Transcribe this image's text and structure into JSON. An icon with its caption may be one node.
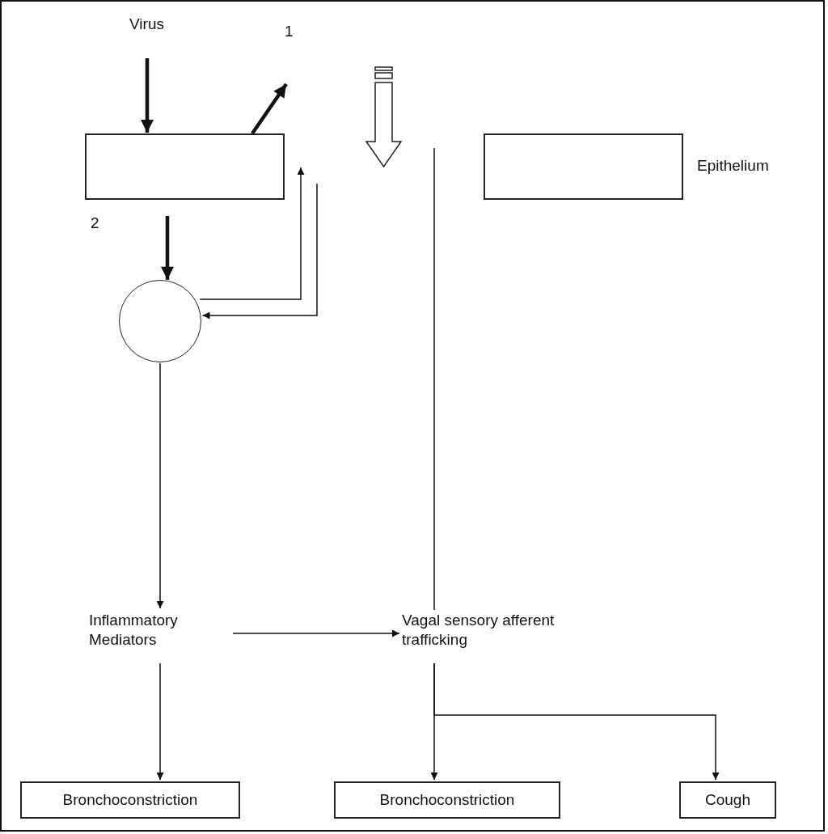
{
  "diagram": {
    "nodes": [
      {
        "text": [
          "Virus"
        ]
      },
      {
        "text": [],
        "shape": "box"
      },
      {
        "text": [],
        "shape": "box"
      },
      {
        "text": [],
        "shape": "circle"
      },
      {
        "text": [
          "Inflammatory Mediators"
        ]
      },
      {
        "text": [
          "Vagal sensory afferent trafficking"
        ]
      },
      {
        "text": [
          "Bronchoconstriction"
        ]
      },
      {
        "text": [
          "Bronchoconstriction"
        ]
      },
      {
        "text": [
          "Cough"
        ]
      }
    ],
    "edges": [
      {
        "from": 0,
        "to": 1,
        "arrow": "to",
        "style": "thick"
      },
      {
        "from": 1,
        "to": null,
        "arrow": "to",
        "style": "thick"
      },
      {
        "from": 1,
        "to": 3,
        "arrow": "to",
        "style": "thick"
      },
      {
        "from": 3,
        "to": 1,
        "arrow": "to"
      },
      {
        "from": 1,
        "to": 3,
        "arrow": "to"
      },
      {
        "from": null,
        "to": 5,
        "arrow": "none"
      },
      {
        "from": 3,
        "to": 4,
        "arrow": "to"
      },
      {
        "from": 4,
        "to": 5,
        "arrow": "to"
      },
      {
        "from": 4,
        "to": 6,
        "arrow": "to"
      },
      {
        "from": 5,
        "to": 7,
        "arrow": "to"
      },
      {
        "from": 5,
        "to": 8,
        "arrow": "to"
      }
    ],
    "labels": [
      "1",
      "2",
      "Epithelium"
    ]
  }
}
